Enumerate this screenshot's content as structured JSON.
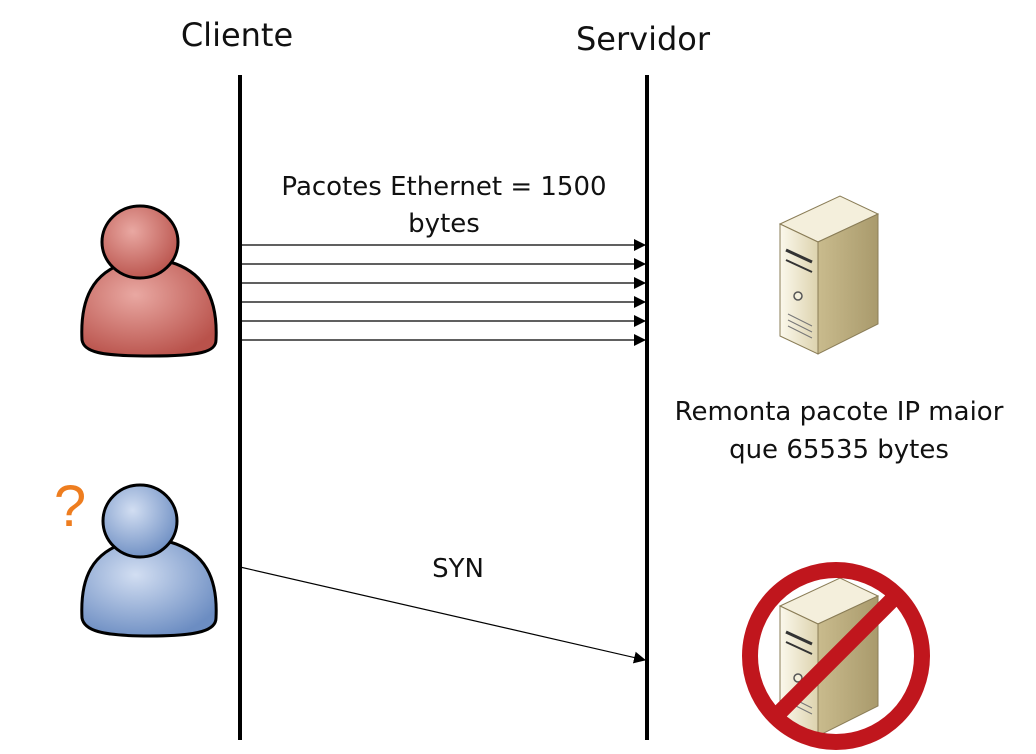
{
  "actors": {
    "client": "Cliente",
    "server": "Servidor"
  },
  "messages": {
    "fragments_line1": "Pacotes Ethernet = 1500",
    "fragments_line2": "bytes",
    "syn": "SYN"
  },
  "server_note": {
    "line1": "Remonta pacote IP maior",
    "line2": "que 65535 bytes"
  },
  "question_mark": "?",
  "fragment_count": 6,
  "colors": {
    "attacker": "#c8625a",
    "client": "#7f9fd0",
    "question": "#ee7d1f",
    "prohibition": "#c0161d",
    "server_body": "#e8dfc0",
    "lifeline": "#000000"
  },
  "icons": {
    "attacker": "user-red-icon",
    "client": "user-blue-icon",
    "server": "server-icon",
    "blocked_server": "blocked-server-icon"
  }
}
